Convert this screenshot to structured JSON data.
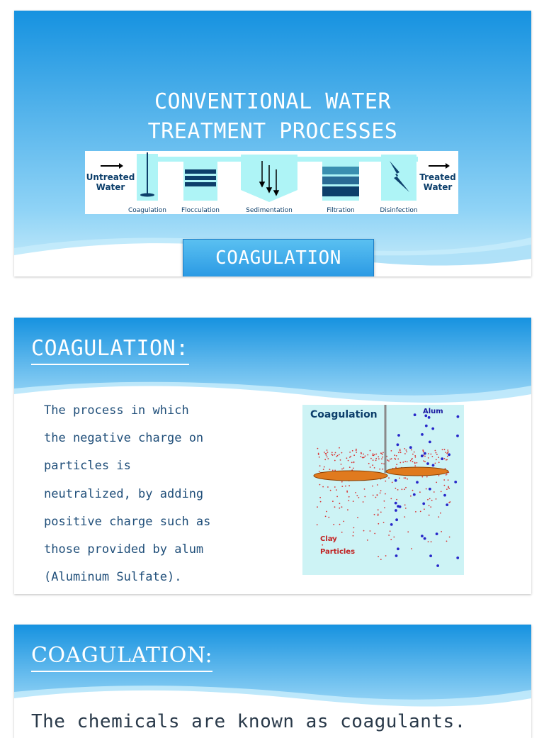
{
  "slides": [
    {
      "title_lines": [
        "CONVENTIONAL WATER",
        "TREATMENT PROCESSES"
      ],
      "subtitle": "COAGULATION",
      "diagram": {
        "input_label": [
          "Untreated",
          "Water"
        ],
        "output_label": [
          "Treated",
          "Water"
        ],
        "stages": [
          "Coagulation",
          "Flocculation",
          "Sedimentation",
          "Filtration",
          "Disinfection"
        ]
      }
    },
    {
      "heading": "COAGULATION:",
      "body_lines": [
        "The process in which",
        "the negative charge on",
        "particles is",
        "neutralized, by adding",
        "positive charge such as",
        "those provided by alum",
        "(Aluminum Sulfate)."
      ],
      "figure": {
        "title": "Coagulation",
        "alum_label": "Alum",
        "clay_label": [
          "Clay",
          "Particles"
        ]
      }
    },
    {
      "heading": "COAGULATION:",
      "body_start": "The chemicals are known as coagulants."
    }
  ],
  "colors": {
    "sky_top": "#1692e0",
    "sky_bottom": "#cdeefa",
    "body_text": "#1f4e79",
    "diagram_tank": "#aef4f6",
    "diagram_dark": "#0d3f6b",
    "alum_dots": "#2727c9",
    "clay_dots": "#d93535",
    "paddle": "#e07a1e"
  }
}
